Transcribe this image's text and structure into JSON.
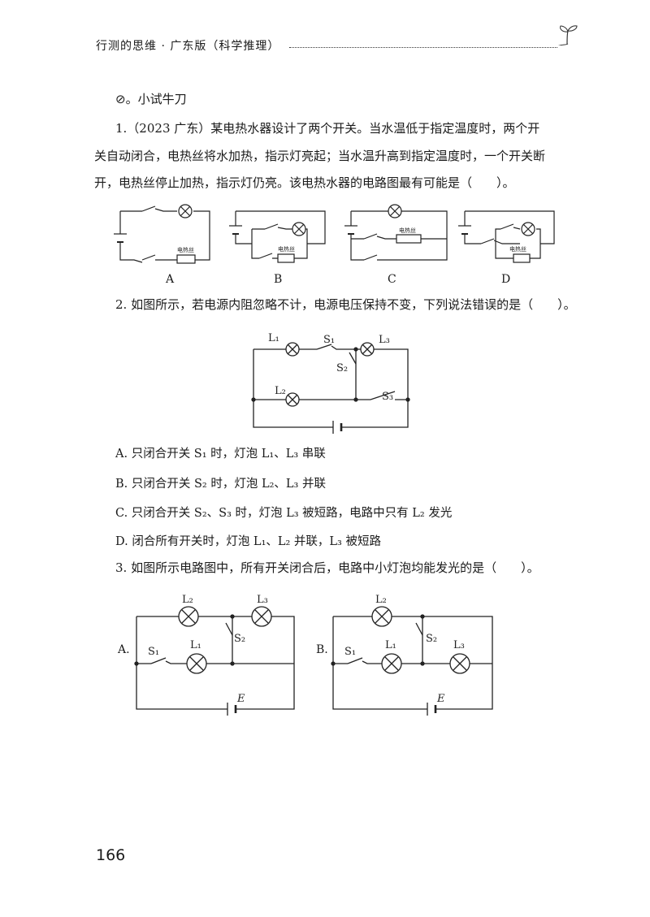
{
  "header": {
    "title": "行测的思维 · 广东版（科学推理）"
  },
  "section": {
    "title": "小试牛刀"
  },
  "q1": {
    "line1": "1.（2023  广东）某电热水器设计了两个开关。当水温低于指定温度时，两个开",
    "line2": "关自动闭合，电热丝将水加热，指示灯亮起；当水温升高到指定温度时，一个开关断",
    "line3": "开，电热丝停止加热，指示灯仍亮。该电热水器的电路图最有可能是（　　）。",
    "diagram_labels": [
      "A",
      "B",
      "C",
      "D"
    ],
    "heater_label": "电热丝"
  },
  "q2": {
    "stem": "2. 如图所示，若电源内阻忽略不计，电源电压保持不变，下列说法错误的是（　　）。",
    "options": {
      "a": "A. 只闭合开关 S₁ 时，灯泡 L₁、L₃ 串联",
      "b": "B. 只闭合开关 S₂ 时，灯泡 L₂、L₃ 并联",
      "c": "C. 只闭合开关 S₂、S₃ 时，灯泡 L₃ 被短路，电路中只有 L₂ 发光",
      "d": "D. 闭合所有开关时，灯泡 L₁、L₂ 并联，L₃ 被短路"
    },
    "circuit_labels": {
      "l1": "L₁",
      "l2": "L₂",
      "l3": "L₃",
      "s1": "S₁",
      "s2": "S₂",
      "s3": "S₃"
    }
  },
  "q3": {
    "stem": "3. 如图所示电路图中，所有开关闭合后，电路中小灯泡均能发光的是（　　）。",
    "label_a": "A.",
    "label_b": "B.",
    "circuit_labels": {
      "l1": "L₁",
      "l2": "L₂",
      "l3": "L₃",
      "s1": "S₁",
      "s2": "S₂",
      "e": "E"
    }
  },
  "page_number": "166"
}
